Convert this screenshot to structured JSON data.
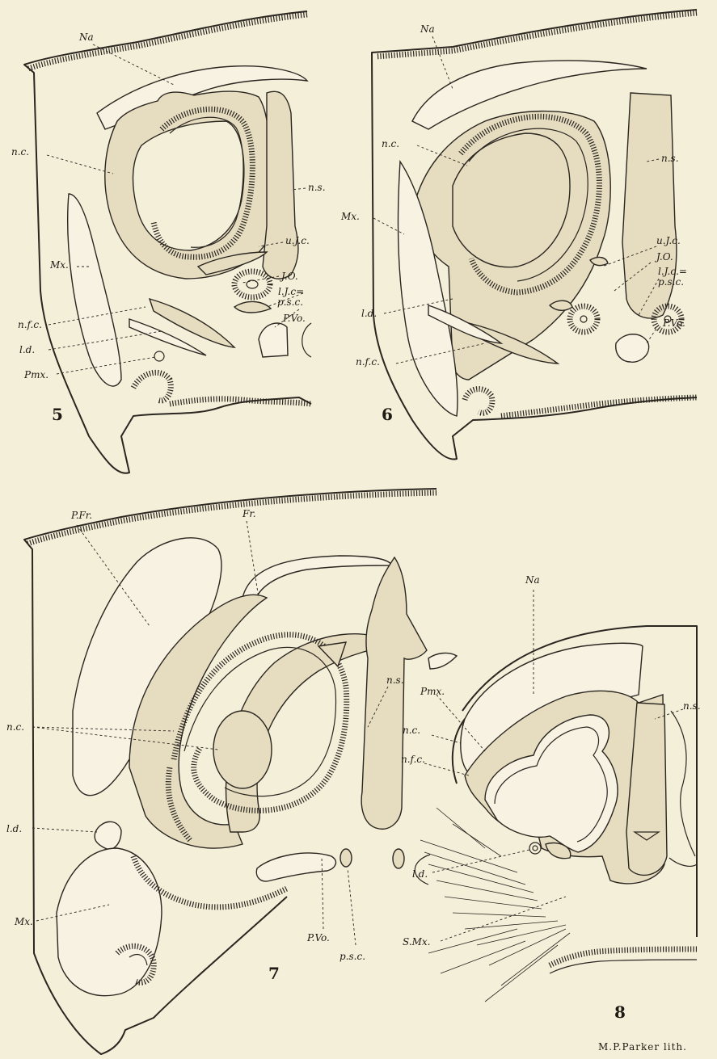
{
  "figures": [
    {
      "number": "5",
      "labels": [
        "Na",
        "n.c.",
        "n.s.",
        "u.J.c.",
        "J.O.",
        "l.J.c=",
        "p.s.c.",
        "P.Vo.",
        "Mx.",
        "n.f.c.",
        "l.d.",
        "Pmx."
      ]
    },
    {
      "number": "6",
      "labels": [
        "Na",
        "n.c.",
        "n.s.",
        "Mx.",
        "u.J.c.",
        "J.O.",
        "l.J.c.=",
        "p.s.c.",
        "l.d.",
        "P.Vo.",
        "n.f.c."
      ]
    },
    {
      "number": "7",
      "labels": [
        "P.Fr.",
        "Fr.",
        "n.s.",
        "n.c.",
        "l.d.",
        "Mx.",
        "P.Vo.",
        "p.s.c."
      ]
    },
    {
      "number": "8",
      "labels": [
        "Na",
        "Pmx.",
        "n.c.",
        "n.s.",
        "n.f.c.",
        "l.d.",
        "S.Mx."
      ]
    }
  ],
  "credit": "M.P.Parker lith."
}
